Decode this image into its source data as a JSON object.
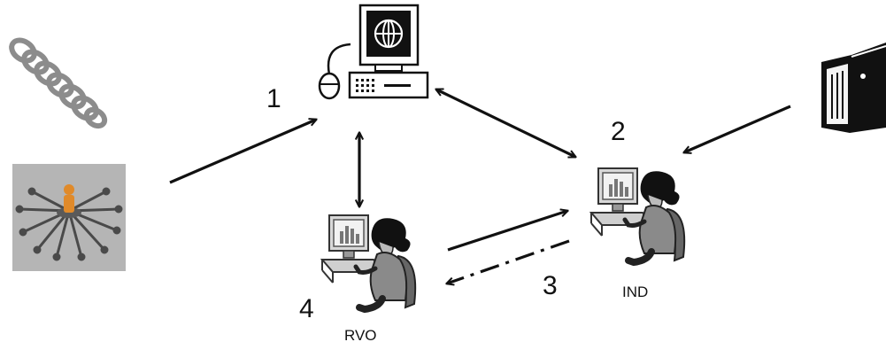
{
  "labels": {
    "step1": "1",
    "step2": "2",
    "step3": "3",
    "step4": "4",
    "ind": "IND",
    "rvo": "RVO"
  },
  "icons": {
    "chain": "chain-links-icon",
    "network": "network-person-icon",
    "computer": "desktop-computer-icon",
    "ind_worker": "person-at-computer-icon",
    "rvo_worker": "person-at-computer-icon",
    "folder": "document-folder-icon"
  },
  "colors": {
    "arrow": "#111111",
    "chain": "#8c8c8c",
    "network_bg": "#b5b5b5",
    "monitor_screen": "#111111"
  }
}
